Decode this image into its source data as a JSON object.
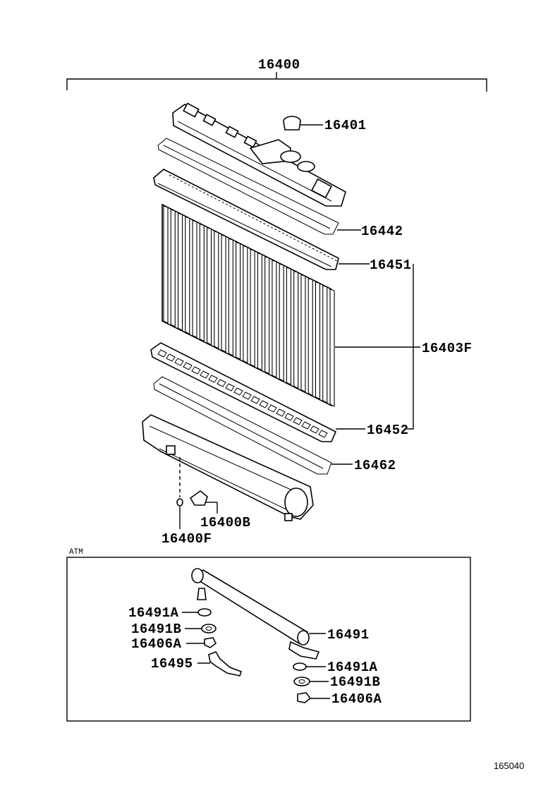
{
  "diagram": {
    "assembly_label": "16400",
    "labels": {
      "p16401": "16401",
      "p16442": "16442",
      "p16451": "16451",
      "p16403F": "16403F",
      "p16452": "16452",
      "p16462": "16462",
      "p16400B": "16400B",
      "p16400F": "16400F"
    },
    "atm": {
      "title": "ATM",
      "labels": {
        "l16491A": "16491A",
        "l16491B": "16491B",
        "l16406A": "16406A",
        "l16495": "16495",
        "r16491": "16491",
        "r16491A": "16491A",
        "r16491B": "16491B",
        "r16406A": "16406A"
      }
    },
    "figure_id": "165040"
  }
}
